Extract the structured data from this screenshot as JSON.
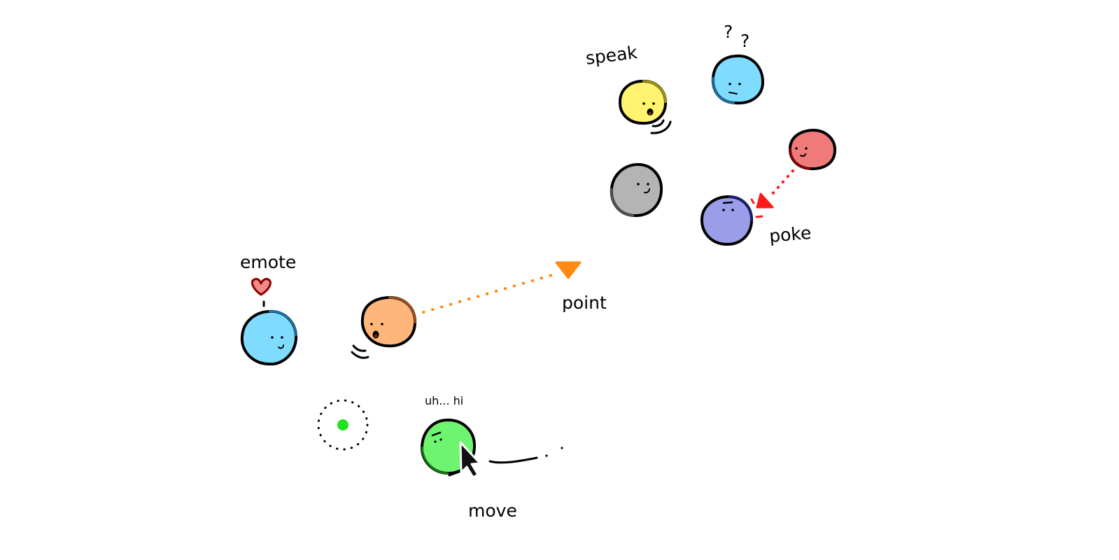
{
  "labels": {
    "emote": "emote",
    "speak": "speak",
    "point": "point",
    "poke": "poke",
    "move": "move",
    "speech": "uh... hi",
    "question": "?"
  },
  "icons": [
    "heart-icon",
    "question-mark-icon",
    "cursor-icon",
    "sound-waves-icon"
  ],
  "colors": {
    "blue": "#7fdcff",
    "orange": "#ffb67a",
    "yellow": "#fff36f",
    "gray": "#b4b4b4",
    "red": "#f07a7a",
    "purple": "#9a9ee8",
    "green": "#6ff46f",
    "arrow_orange": "#ff8a12",
    "arrow_red": "#ff1a1a",
    "target_green": "#1fe11f",
    "ink": "#000000"
  }
}
